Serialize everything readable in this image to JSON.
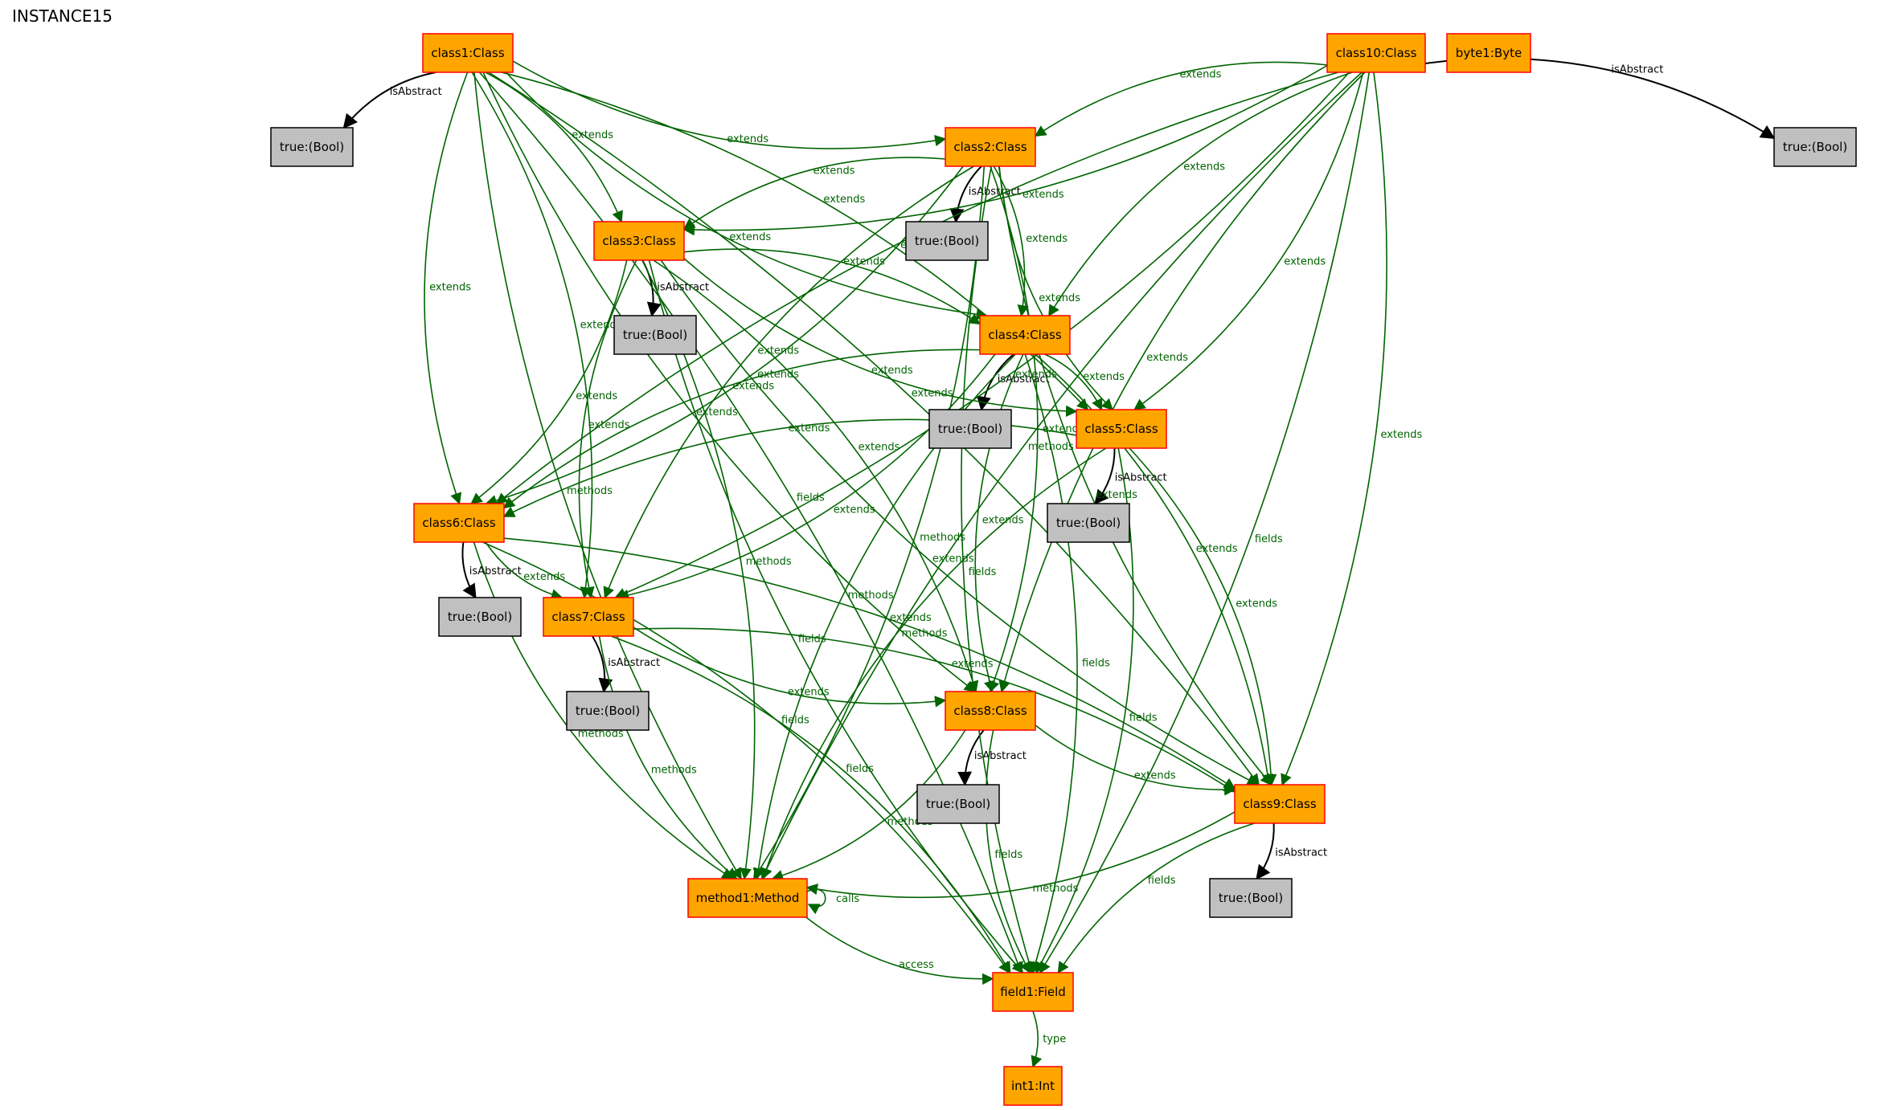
{
  "title": "INSTANCE15",
  "colors": {
    "class_fill": "#ffa500",
    "class_stroke": "#ff0000",
    "bool_fill": "#c0c0c0",
    "bool_stroke": "#000000",
    "edge_green": "#006400",
    "edge_black": "#000000"
  },
  "nodes": [
    {
      "id": "class1",
      "label": "class1:Class",
      "kind": "class"
    },
    {
      "id": "class10",
      "label": "class10:Class",
      "kind": "class"
    },
    {
      "id": "byte1",
      "label": "byte1:Byte",
      "kind": "class"
    },
    {
      "id": "class2",
      "label": "class2:Class",
      "kind": "class"
    },
    {
      "id": "class3",
      "label": "class3:Class",
      "kind": "class"
    },
    {
      "id": "class4",
      "label": "class4:Class",
      "kind": "class"
    },
    {
      "id": "class5",
      "label": "class5:Class",
      "kind": "class"
    },
    {
      "id": "class6",
      "label": "class6:Class",
      "kind": "class"
    },
    {
      "id": "class7",
      "label": "class7:Class",
      "kind": "class"
    },
    {
      "id": "class8",
      "label": "class8:Class",
      "kind": "class"
    },
    {
      "id": "class9",
      "label": "class9:Class",
      "kind": "class"
    },
    {
      "id": "method1",
      "label": "method1:Method",
      "kind": "class"
    },
    {
      "id": "field1",
      "label": "field1:Field",
      "kind": "class"
    },
    {
      "id": "int1",
      "label": "int1:Int",
      "kind": "class"
    },
    {
      "id": "b1",
      "label": "true:(Bool)",
      "kind": "bool"
    },
    {
      "id": "b10",
      "label": "true:(Bool)",
      "kind": "bool"
    },
    {
      "id": "b2",
      "label": "true:(Bool)",
      "kind": "bool"
    },
    {
      "id": "b3",
      "label": "true:(Bool)",
      "kind": "bool"
    },
    {
      "id": "b4",
      "label": "true:(Bool)",
      "kind": "bool"
    },
    {
      "id": "b5",
      "label": "true:(Bool)",
      "kind": "bool"
    },
    {
      "id": "b6",
      "label": "true:(Bool)",
      "kind": "bool"
    },
    {
      "id": "b7",
      "label": "true:(Bool)",
      "kind": "bool"
    },
    {
      "id": "b8",
      "label": "true:(Bool)",
      "kind": "bool"
    },
    {
      "id": "b9",
      "label": "true:(Bool)",
      "kind": "bool"
    }
  ],
  "edges": [
    {
      "from": "class1",
      "to": "b1",
      "label": "isAbstract",
      "color": "black"
    },
    {
      "from": "class10",
      "to": "b10",
      "label": "isAbstract",
      "color": "black"
    },
    {
      "from": "class2",
      "to": "b2",
      "label": "isAbstract",
      "color": "black"
    },
    {
      "from": "class3",
      "to": "b3",
      "label": "isAbstract",
      "color": "black"
    },
    {
      "from": "class4",
      "to": "b4",
      "label": "isAbstract",
      "color": "black"
    },
    {
      "from": "class5",
      "to": "b5",
      "label": "isAbstract",
      "color": "black"
    },
    {
      "from": "class6",
      "to": "b6",
      "label": "isAbstract",
      "color": "black"
    },
    {
      "from": "class7",
      "to": "b7",
      "label": "isAbstract",
      "color": "black"
    },
    {
      "from": "class8",
      "to": "b8",
      "label": "isAbstract",
      "color": "black"
    },
    {
      "from": "class9",
      "to": "b9",
      "label": "isAbstract",
      "color": "black"
    },
    {
      "from": "class1",
      "to": "class2",
      "label": "extends",
      "color": "green"
    },
    {
      "from": "class1",
      "to": "class3",
      "label": "extends",
      "color": "green"
    },
    {
      "from": "class1",
      "to": "class4",
      "label": "extends",
      "color": "green"
    },
    {
      "from": "class1",
      "to": "class5",
      "label": "extends",
      "color": "green"
    },
    {
      "from": "class1",
      "to": "class6",
      "label": "extends",
      "color": "green"
    },
    {
      "from": "class1",
      "to": "class7",
      "label": "extends",
      "color": "green"
    },
    {
      "from": "class1",
      "to": "class8",
      "label": "extends",
      "color": "green"
    },
    {
      "from": "class1",
      "to": "class9",
      "label": "extends",
      "color": "green"
    },
    {
      "from": "class1",
      "to": "method1",
      "label": "methods",
      "color": "green"
    },
    {
      "from": "class1",
      "to": "field1",
      "label": "fields",
      "color": "green"
    },
    {
      "from": "class10",
      "to": "class2",
      "label": "extends",
      "color": "green"
    },
    {
      "from": "class10",
      "to": "class3",
      "label": "extends",
      "color": "green"
    },
    {
      "from": "class10",
      "to": "class4",
      "label": "extends",
      "color": "green"
    },
    {
      "from": "class10",
      "to": "class5",
      "label": "extends",
      "color": "green"
    },
    {
      "from": "class10",
      "to": "class6",
      "label": "extends",
      "color": "green"
    },
    {
      "from": "class10",
      "to": "class7",
      "label": "extends",
      "color": "green"
    },
    {
      "from": "class10",
      "to": "class8",
      "label": "extends",
      "color": "green"
    },
    {
      "from": "class10",
      "to": "class9",
      "label": "extends",
      "color": "green"
    },
    {
      "from": "class10",
      "to": "method1",
      "label": "methods",
      "color": "green"
    },
    {
      "from": "class10",
      "to": "field1",
      "label": "fields",
      "color": "green"
    },
    {
      "from": "class2",
      "to": "class3",
      "label": "extends",
      "color": "green"
    },
    {
      "from": "class2",
      "to": "class4",
      "label": "extends",
      "color": "green"
    },
    {
      "from": "class2",
      "to": "class5",
      "label": "extends",
      "color": "green"
    },
    {
      "from": "class2",
      "to": "class6",
      "label": "extends",
      "color": "green"
    },
    {
      "from": "class2",
      "to": "class7",
      "label": "extends",
      "color": "green"
    },
    {
      "from": "class2",
      "to": "class8",
      "label": "extends",
      "color": "green"
    },
    {
      "from": "class2",
      "to": "class9",
      "label": "extends",
      "color": "green"
    },
    {
      "from": "class2",
      "to": "method1",
      "label": "methods",
      "color": "green"
    },
    {
      "from": "class2",
      "to": "field1",
      "label": "fields",
      "color": "green"
    },
    {
      "from": "class3",
      "to": "class4",
      "label": "extends",
      "color": "green"
    },
    {
      "from": "class3",
      "to": "class5",
      "label": "extends",
      "color": "green"
    },
    {
      "from": "class3",
      "to": "class6",
      "label": "extends",
      "color": "green"
    },
    {
      "from": "class3",
      "to": "class7",
      "label": "extends",
      "color": "green"
    },
    {
      "from": "class3",
      "to": "class8",
      "label": "extends",
      "color": "green"
    },
    {
      "from": "class3",
      "to": "class9",
      "label": "extends",
      "color": "green"
    },
    {
      "from": "class3",
      "to": "method1",
      "label": "methods",
      "color": "green"
    },
    {
      "from": "class3",
      "to": "field1",
      "label": "fields",
      "color": "green"
    },
    {
      "from": "class4",
      "to": "class5",
      "label": "extends",
      "color": "green"
    },
    {
      "from": "class4",
      "to": "class6",
      "label": "extends",
      "color": "green"
    },
    {
      "from": "class4",
      "to": "class7",
      "label": "extends",
      "color": "green"
    },
    {
      "from": "class4",
      "to": "class8",
      "label": "extends",
      "color": "green"
    },
    {
      "from": "class4",
      "to": "class9",
      "label": "extends",
      "color": "green"
    },
    {
      "from": "class4",
      "to": "method1",
      "label": "methods",
      "color": "green"
    },
    {
      "from": "class4",
      "to": "field1",
      "label": "fields",
      "color": "green"
    },
    {
      "from": "class5",
      "to": "class6",
      "label": "extends",
      "color": "green"
    },
    {
      "from": "class5",
      "to": "class9",
      "label": "extends",
      "color": "green"
    },
    {
      "from": "class5",
      "to": "method1",
      "label": "methods",
      "color": "green"
    },
    {
      "from": "class5",
      "to": "field1",
      "label": "fields",
      "color": "green"
    },
    {
      "from": "class6",
      "to": "class7",
      "label": "extends",
      "color": "green"
    },
    {
      "from": "class6",
      "to": "class9",
      "label": "extends",
      "color": "green"
    },
    {
      "from": "class6",
      "to": "method1",
      "label": "methods",
      "color": "green"
    },
    {
      "from": "class6",
      "to": "field1",
      "label": "fields",
      "color": "green"
    },
    {
      "from": "class7",
      "to": "class8",
      "label": "extends",
      "color": "green"
    },
    {
      "from": "class7",
      "to": "class9",
      "label": "extends",
      "color": "green"
    },
    {
      "from": "class7",
      "to": "method1",
      "label": "methods",
      "color": "green"
    },
    {
      "from": "class7",
      "to": "field1",
      "label": "fields",
      "color": "green"
    },
    {
      "from": "class8",
      "to": "class9",
      "label": "extends",
      "color": "green"
    },
    {
      "from": "class8",
      "to": "method1",
      "label": "methods",
      "color": "green"
    },
    {
      "from": "class8",
      "to": "field1",
      "label": "fields",
      "color": "green"
    },
    {
      "from": "class9",
      "to": "method1",
      "label": "methods",
      "color": "green"
    },
    {
      "from": "class9",
      "to": "field1",
      "label": "fields",
      "color": "green"
    },
    {
      "from": "method1",
      "to": "method1",
      "label": "calls",
      "color": "green"
    },
    {
      "from": "method1",
      "to": "field1",
      "label": "access",
      "color": "green"
    },
    {
      "from": "field1",
      "to": "int1",
      "label": "type",
      "color": "green"
    }
  ]
}
